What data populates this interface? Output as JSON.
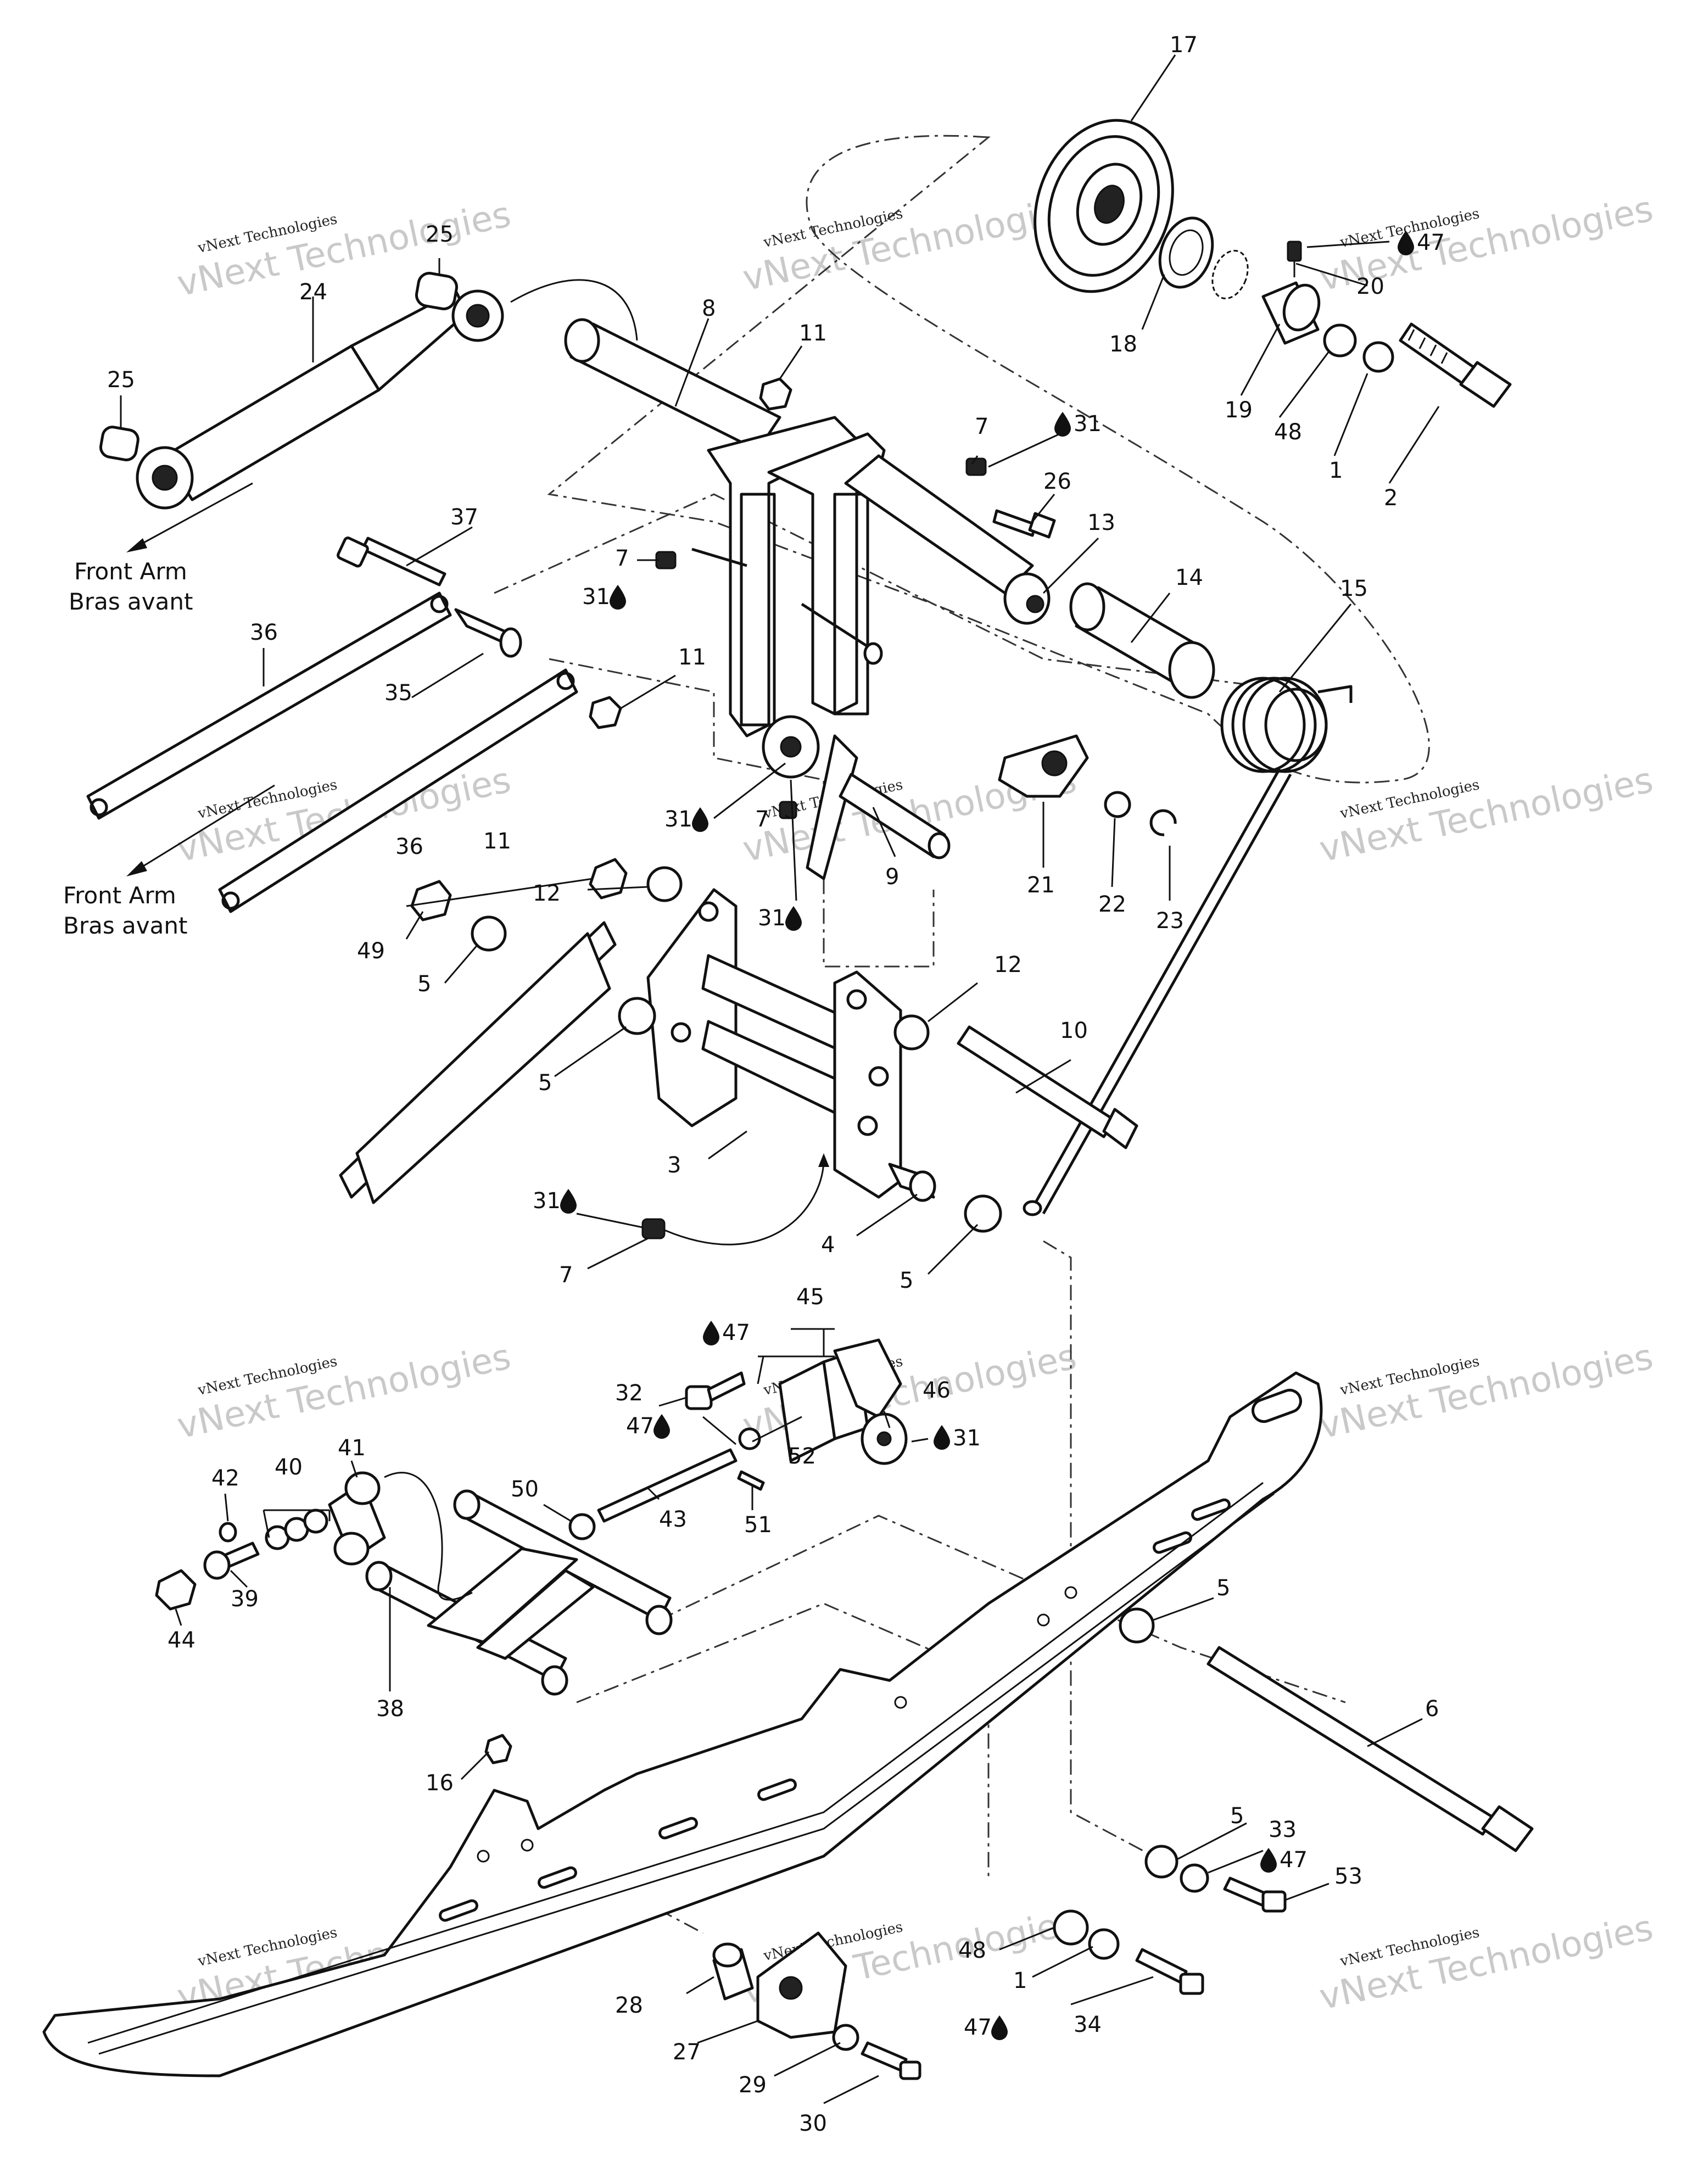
{
  "watermark": {
    "company_line": "vNext Technologies",
    "logo_word": "vNext Technologies"
  },
  "notes": {
    "front_arm_en": "Front Arm",
    "front_arm_fr": "Bras avant"
  },
  "colors": {
    "ink": "#111111",
    "watermark": "#c9c9c9",
    "background": "#ffffff"
  },
  "labels": [
    {
      "id": "17",
      "text": "17"
    },
    {
      "id": "25a",
      "text": "25"
    },
    {
      "id": "24",
      "text": "24"
    },
    {
      "id": "25b",
      "text": "25"
    },
    {
      "id": "8",
      "text": "8"
    },
    {
      "id": "11a",
      "text": "11"
    },
    {
      "id": "47a",
      "text": "47"
    },
    {
      "id": "20",
      "text": "20"
    },
    {
      "id": "18",
      "text": "18"
    },
    {
      "id": "19",
      "text": "19"
    },
    {
      "id": "48a",
      "text": "48"
    },
    {
      "id": "1a",
      "text": "1"
    },
    {
      "id": "2",
      "text": "2"
    },
    {
      "id": "7a",
      "text": "7"
    },
    {
      "id": "31a",
      "text": "31"
    },
    {
      "id": "26",
      "text": "26"
    },
    {
      "id": "13",
      "text": "13"
    },
    {
      "id": "37",
      "text": "37"
    },
    {
      "id": "7b",
      "text": "7"
    },
    {
      "id": "31b",
      "text": "31"
    },
    {
      "id": "14",
      "text": "14"
    },
    {
      "id": "15",
      "text": "15"
    },
    {
      "id": "36a",
      "text": "36"
    },
    {
      "id": "11b",
      "text": "11"
    },
    {
      "id": "35",
      "text": "35"
    },
    {
      "id": "31c",
      "text": "31"
    },
    {
      "id": "7c",
      "text": "7"
    },
    {
      "id": "9",
      "text": "9"
    },
    {
      "id": "21",
      "text": "21"
    },
    {
      "id": "22",
      "text": "22"
    },
    {
      "id": "23",
      "text": "23"
    },
    {
      "id": "36b",
      "text": "36"
    },
    {
      "id": "11c",
      "text": "11"
    },
    {
      "id": "12a",
      "text": "12"
    },
    {
      "id": "31d",
      "text": "31"
    },
    {
      "id": "49",
      "text": "49"
    },
    {
      "id": "5a",
      "text": "5"
    },
    {
      "id": "12b",
      "text": "12"
    },
    {
      "id": "10",
      "text": "10"
    },
    {
      "id": "5b",
      "text": "5"
    },
    {
      "id": "3",
      "text": "3"
    },
    {
      "id": "31e",
      "text": "31"
    },
    {
      "id": "7d",
      "text": "7"
    },
    {
      "id": "4",
      "text": "4"
    },
    {
      "id": "5c",
      "text": "5"
    },
    {
      "id": "45",
      "text": "45"
    },
    {
      "id": "47b",
      "text": "47"
    },
    {
      "id": "32",
      "text": "32"
    },
    {
      "id": "46",
      "text": "46"
    },
    {
      "id": "47c",
      "text": "47"
    },
    {
      "id": "31f",
      "text": "31"
    },
    {
      "id": "52",
      "text": "52"
    },
    {
      "id": "41",
      "text": "41"
    },
    {
      "id": "42",
      "text": "42"
    },
    {
      "id": "40",
      "text": "40"
    },
    {
      "id": "50",
      "text": "50"
    },
    {
      "id": "43",
      "text": "43"
    },
    {
      "id": "51",
      "text": "51"
    },
    {
      "id": "39",
      "text": "39"
    },
    {
      "id": "44",
      "text": "44"
    },
    {
      "id": "5d",
      "text": "5"
    },
    {
      "id": "38",
      "text": "38"
    },
    {
      "id": "6",
      "text": "6"
    },
    {
      "id": "16",
      "text": "16"
    },
    {
      "id": "5e",
      "text": "5"
    },
    {
      "id": "33",
      "text": "33"
    },
    {
      "id": "47d",
      "text": "47"
    },
    {
      "id": "53",
      "text": "53"
    },
    {
      "id": "48b",
      "text": "48"
    },
    {
      "id": "1b",
      "text": "1"
    },
    {
      "id": "28",
      "text": "28"
    },
    {
      "id": "27",
      "text": "27"
    },
    {
      "id": "47e",
      "text": "47"
    },
    {
      "id": "34",
      "text": "34"
    },
    {
      "id": "29",
      "text": "29"
    },
    {
      "id": "30",
      "text": "30"
    }
  ]
}
